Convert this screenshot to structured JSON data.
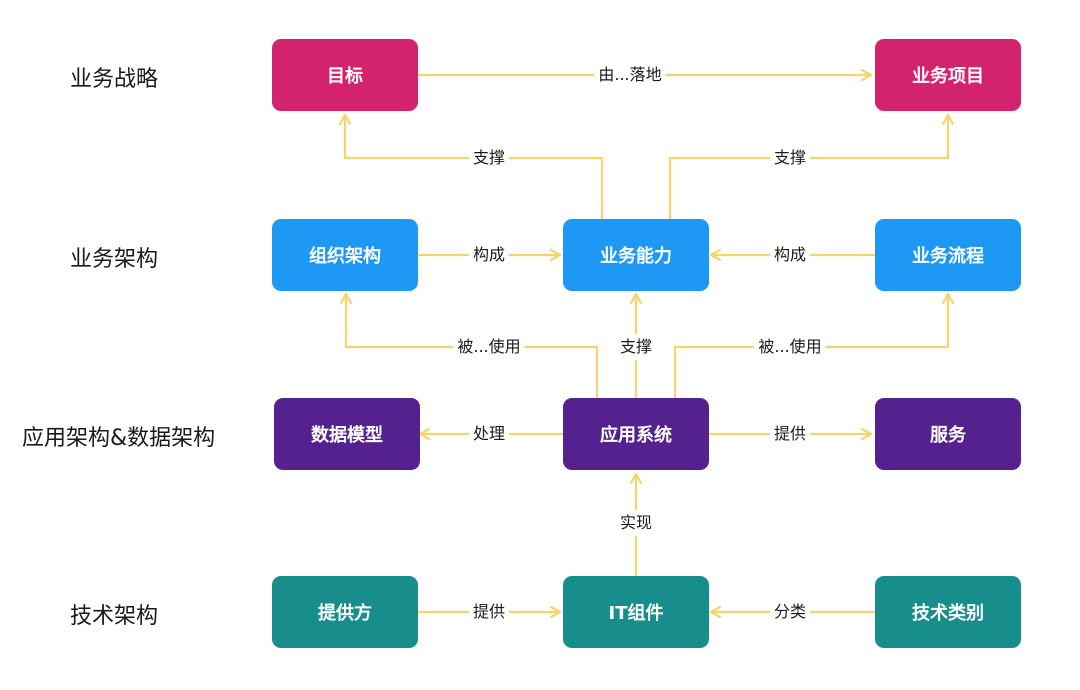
{
  "colors": {
    "strategy": "#d4236e",
    "business": "#1e98f5",
    "application": "#55218e",
    "technology": "#178e8b",
    "connector": "#f7d46a"
  },
  "layers": {
    "strategy": "业务战略",
    "business": "业务架构",
    "application": "应用架构&数据架构",
    "technology": "技术架构"
  },
  "nodes": {
    "goal": "目标",
    "business_project": "业务项目",
    "org_structure": "组织架构",
    "business_capability": "业务能力",
    "business_process": "业务流程",
    "data_model": "数据模型",
    "application_system": "应用系统",
    "service": "服务",
    "provider": "提供方",
    "it_component": "IT组件",
    "tech_category": "技术类别"
  },
  "relations": {
    "realized_by": "由...落地",
    "support_left": "支撑",
    "support_right": "支撑",
    "compose_left": "构成",
    "compose_right": "构成",
    "used_by_left": "被...使用",
    "support_center": "支撑",
    "used_by_right": "被...使用",
    "process": "处理",
    "provide_service": "提供",
    "implement": "实现",
    "provide_component": "提供",
    "classify": "分类"
  }
}
